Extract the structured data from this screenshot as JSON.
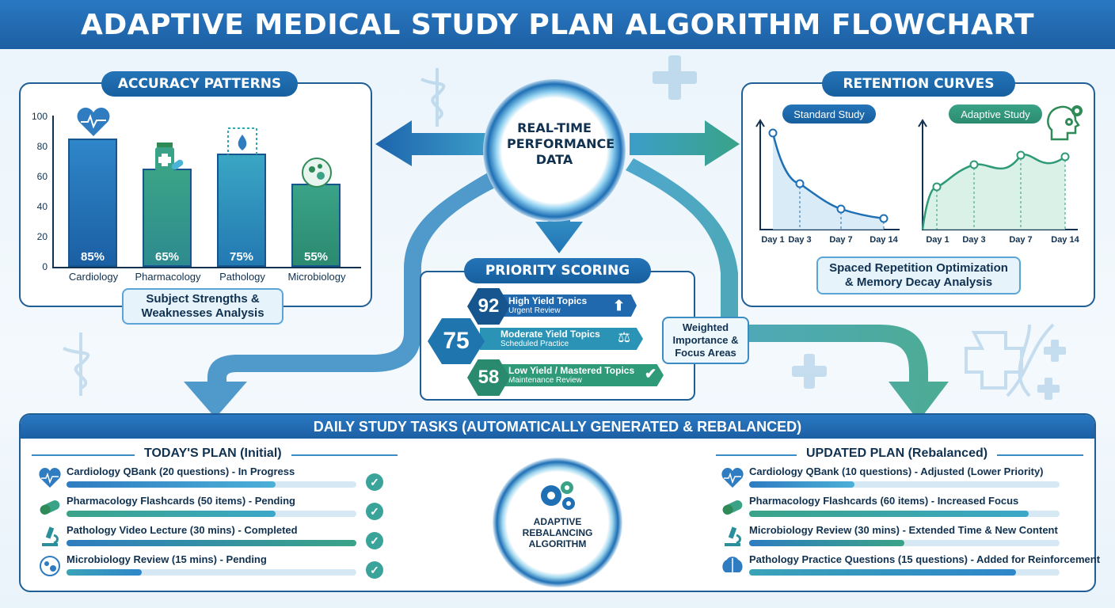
{
  "title": "ADAPTIVE MEDICAL STUDY PLAN ALGORITHM FLOWCHART",
  "accuracy": {
    "title": "ACCURACY PATTERNS",
    "y_ticks": [
      "100",
      "80",
      "60",
      "40",
      "20",
      "0"
    ],
    "bars": [
      {
        "label": "Cardiology",
        "value": 85,
        "text": "85%",
        "icon": "heart-icon"
      },
      {
        "label": "Pharmacology",
        "value": 65,
        "text": "65%",
        "icon": "pill-bottle-icon"
      },
      {
        "label": "Pathology",
        "value": 75,
        "text": "75%",
        "icon": "microscope-icon"
      },
      {
        "label": "Microbiology",
        "value": 55,
        "text": "55%",
        "icon": "microbe-icon"
      }
    ],
    "analysis": "Subject Strengths & Weaknesses Analysis"
  },
  "center": {
    "text": "REAL-TIME PERFORMANCE DATA"
  },
  "priority": {
    "title": "PRIORITY SCORING",
    "items": [
      {
        "score": "92",
        "label": "High Yield Topics",
        "sub": "Urgent Review",
        "icon": "arrow-up-icon"
      },
      {
        "score": "75",
        "label": "Moderate Yield Topics",
        "sub": "Scheduled Practice",
        "icon": "scales-icon"
      },
      {
        "score": "58",
        "label": "Low Yield / Mastered Topics",
        "sub": "Maintenance Review",
        "icon": "checkmark-icon"
      }
    ],
    "weighted": "Weighted Importance & Focus Areas"
  },
  "retention": {
    "title": "RETENTION CURVES",
    "standard_label": "Standard Study",
    "adaptive_label": "Adaptive Study",
    "days": [
      "Day 1",
      "Day 3",
      "Day 7",
      "Day 14"
    ],
    "analysis": "Spaced Repetition Optimization & Memory Decay Analysis"
  },
  "daily": {
    "title": "DAILY STUDY TASKS (AUTOMATICALLY GENERATED & REBALANCED)",
    "today_title": "TODAY'S PLAN (Initial)",
    "updated_title": "UPDATED PLAN (Rebalanced)",
    "algorithm": "ADAPTIVE REBALANCING ALGORITHM",
    "today": [
      {
        "text": "Cardiology QBank (20 questions) - In Progress",
        "progress": 0.72,
        "icon": "heart-icon"
      },
      {
        "text": "Pharmacology Flashcards (50 items) - Pending",
        "progress": 0.72,
        "icon": "pill-icon"
      },
      {
        "text": "Pathology Video Lecture (30 mins) - Completed",
        "progress": 1.0,
        "icon": "microscope-icon"
      },
      {
        "text": "Microbiology Review (15 mins) - Pending",
        "progress": 0.26,
        "icon": "microbe-icon"
      }
    ],
    "updated": [
      {
        "text": "Cardiology QBank (10 questions) - Adjusted (Lower Priority)",
        "progress": 0.34,
        "icon": "heart-icon"
      },
      {
        "text": "Pharmacology Flashcards (60 items) - Increased Focus",
        "progress": 0.9,
        "icon": "pill-icon"
      },
      {
        "text": "Microbiology Review (30 mins) - Extended Time & New Content",
        "progress": 0.5,
        "icon": "microscope-icon"
      },
      {
        "text": "Pathology Practice Questions (15 questions) - Added for Reinforcement",
        "progress": 0.86,
        "icon": "brain-icon"
      }
    ]
  }
}
